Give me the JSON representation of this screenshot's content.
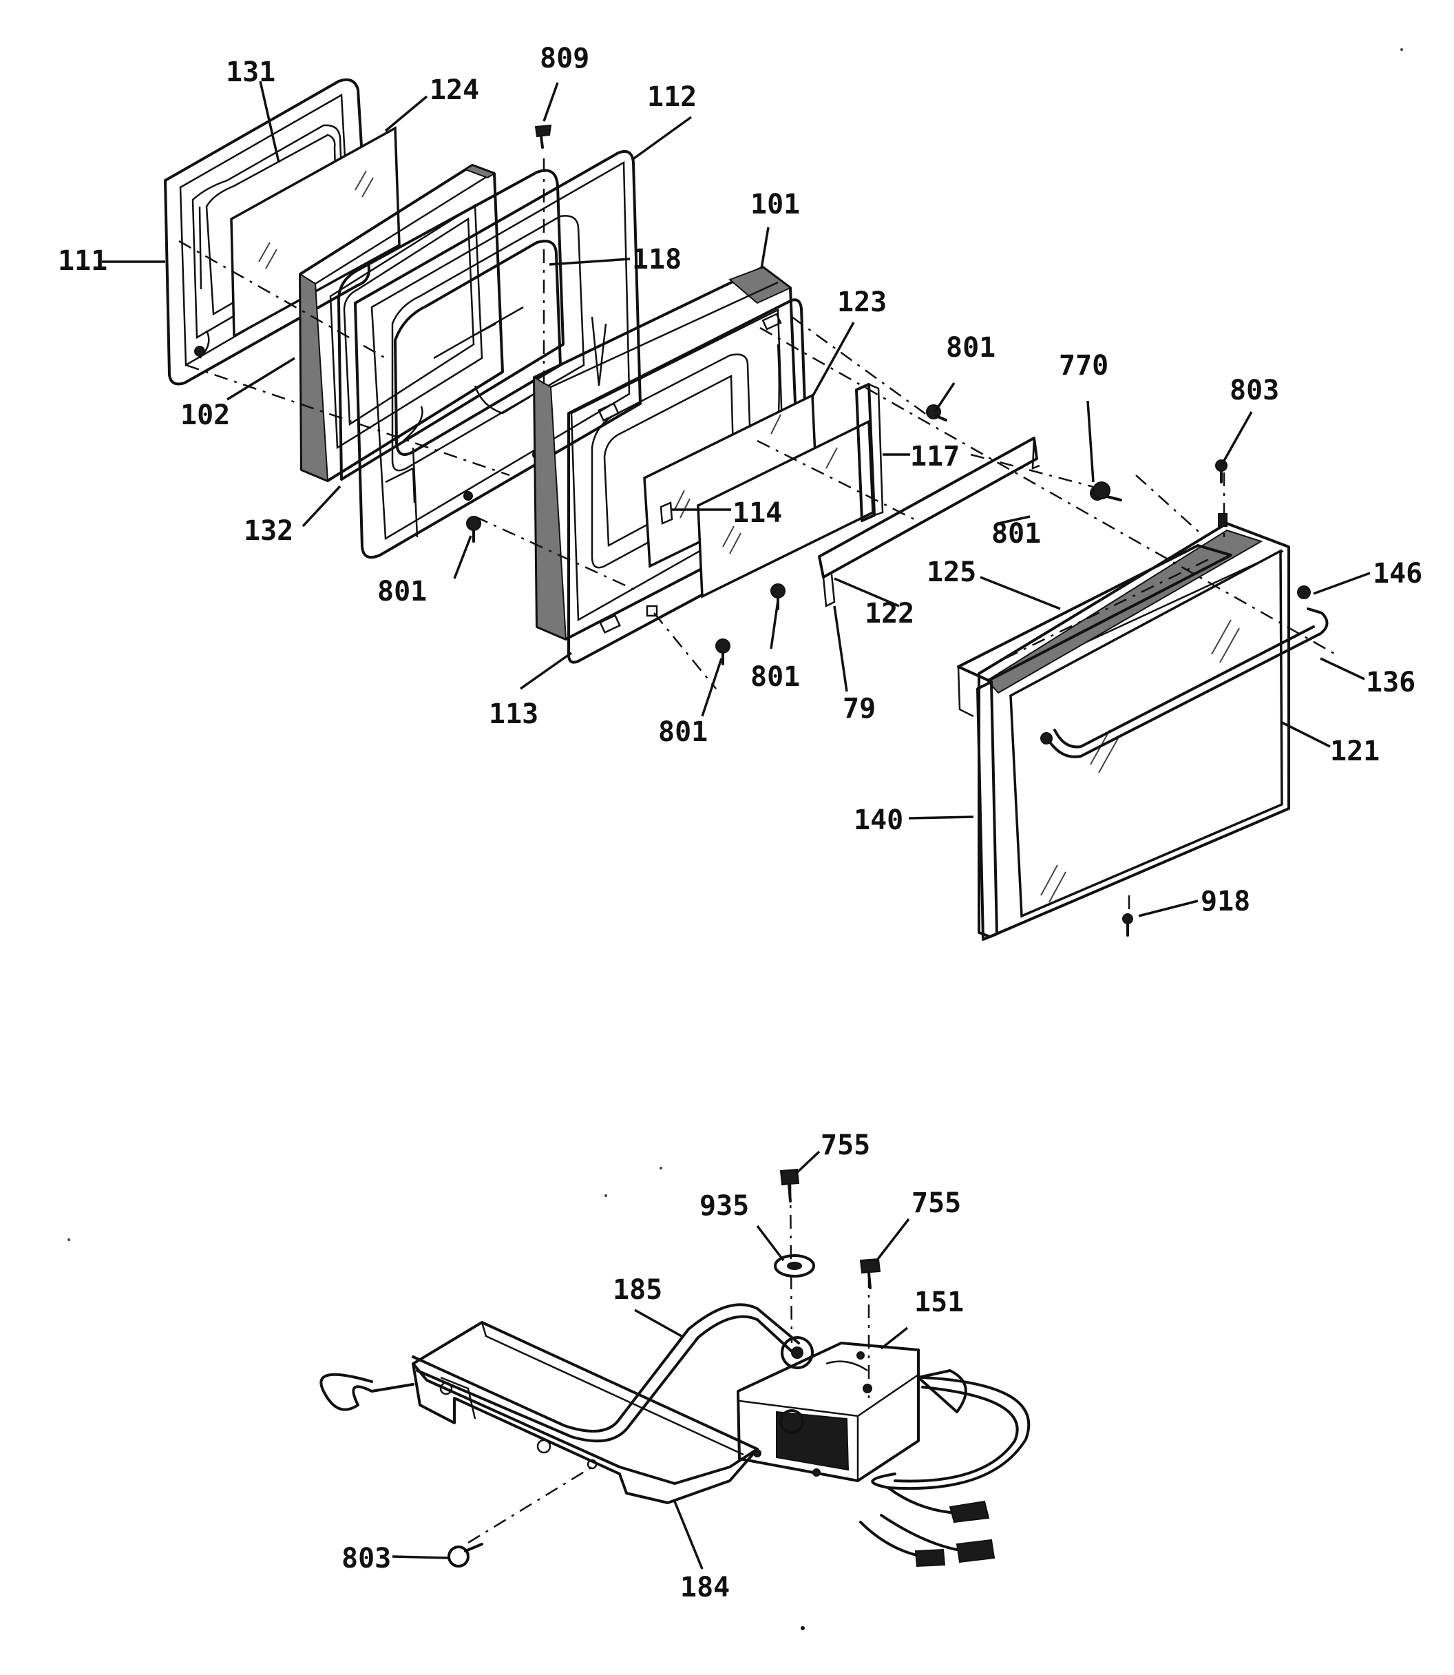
{
  "callouts": {
    "p131": "131",
    "p124": "124",
    "p809": "809",
    "p112": "112",
    "p111": "111",
    "p118": "118",
    "p101": "101",
    "p123": "123",
    "p801a": "801",
    "p770": "770",
    "p803a": "803",
    "p102": "102",
    "p117": "117",
    "p114": "114",
    "p801b": "801",
    "p132": "132",
    "p146": "146",
    "p125": "125",
    "p801c": "801",
    "p122": "122",
    "p136": "136",
    "p801d": "801",
    "p113": "113",
    "p79": "79",
    "p801e": "801",
    "p121": "121",
    "p140": "140",
    "p918": "918",
    "p755a": "755",
    "p935": "935",
    "p755b": "755",
    "p185": "185",
    "p151": "151",
    "p803b": "803",
    "p184": "184"
  },
  "icons": [
    "screw-icon",
    "washer-icon",
    "clip-icon"
  ]
}
